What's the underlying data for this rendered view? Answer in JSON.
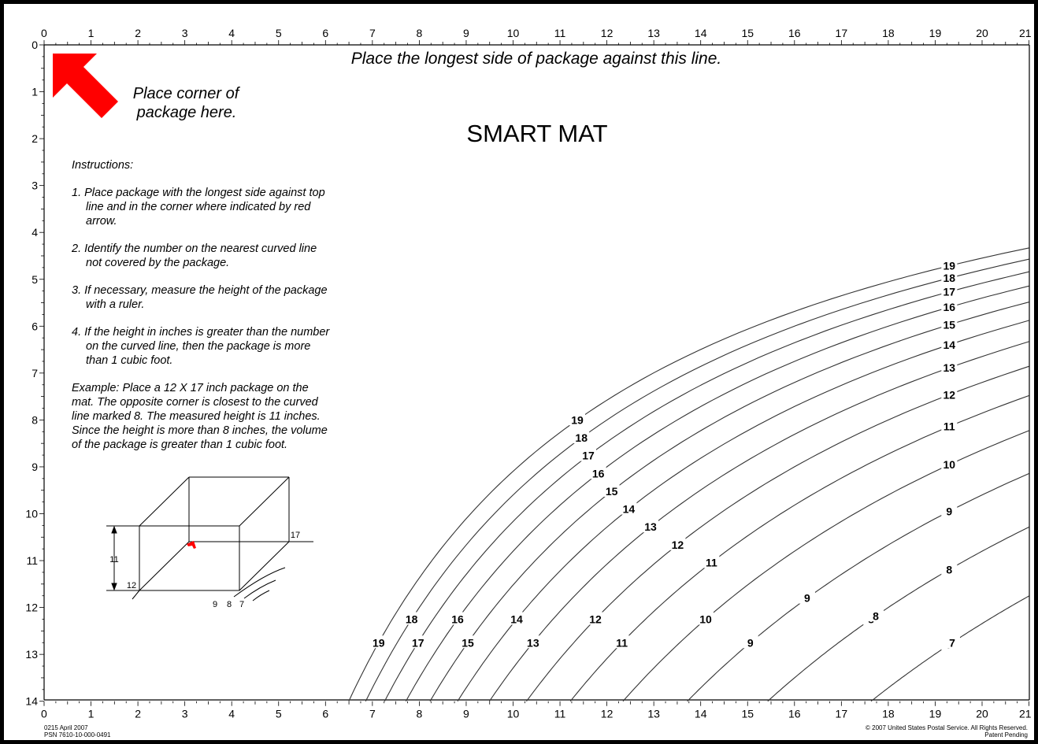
{
  "title": "SMART MAT",
  "top_instruction": "Place the longest side of package against this line.",
  "corner_text": [
    "Place corner of",
    "package here."
  ],
  "instructions_heading": "Instructions:",
  "instructions": [
    [
      "1. Place package with the longest side against top",
      "line and in the corner where indicated by red",
      "arrow."
    ],
    [
      "2. Identify the number on the nearest curved line",
      "not covered by the package."
    ],
    [
      "3. If necessary, measure the height of the package",
      "with a ruler."
    ],
    [
      "4. If the height in inches is greater than the number",
      "on the curved line, then the package is more",
      "than 1 cubic foot."
    ]
  ],
  "example": [
    "Example:  Place a 12 X 17 inch package on the",
    "mat.  The opposite corner is closest to the curved",
    "line marked 8.  The measured height is 11 inches.",
    "Since the height is more than 8 inches, the volume",
    "of the package is greater than 1 cubic foot."
  ],
  "ruler": {
    "x_ticks": [
      "0",
      "1",
      "2",
      "3",
      "4",
      "5",
      "6",
      "7",
      "8",
      "9",
      "10",
      "11",
      "12",
      "13",
      "14",
      "15",
      "16",
      "17",
      "18",
      "19",
      "20",
      "21"
    ],
    "y_ticks": [
      "0",
      "1",
      "2",
      "3",
      "4",
      "5",
      "6",
      "7",
      "8",
      "9",
      "10",
      "11",
      "12",
      "13",
      "14"
    ]
  },
  "box_diagram": {
    "height_label": "11",
    "width_label": "12",
    "length_label": "17",
    "curve_labels": [
      "9",
      "8",
      "7"
    ]
  },
  "curves": [
    {
      "label": "19",
      "edge_labels": [
        "19"
      ],
      "inner_labels": [
        "19",
        "19"
      ]
    },
    {
      "label": "18",
      "edge_labels": [
        "18"
      ],
      "inner_labels": [
        "18",
        "18"
      ]
    },
    {
      "label": "17",
      "edge_labels": [
        "17"
      ],
      "inner_labels": [
        "17",
        "17"
      ]
    },
    {
      "label": "16",
      "edge_labels": [
        "16"
      ],
      "inner_labels": [
        "16",
        "16"
      ]
    },
    {
      "label": "15",
      "edge_labels": [
        "15"
      ],
      "inner_labels": [
        "15",
        "15"
      ]
    },
    {
      "label": "14",
      "edge_labels": [
        "14"
      ],
      "inner_labels": [
        "14",
        "14"
      ]
    },
    {
      "label": "13",
      "edge_labels": [
        "13"
      ],
      "inner_labels": [
        "13",
        "13"
      ]
    },
    {
      "label": "12",
      "edge_labels": [
        "12"
      ],
      "inner_labels": [
        "12",
        "12"
      ]
    },
    {
      "label": "11",
      "edge_labels": [
        "11"
      ],
      "inner_labels": [
        "11",
        "11"
      ]
    },
    {
      "label": "10",
      "edge_labels": [
        "10"
      ],
      "inner_labels": [
        "10"
      ]
    },
    {
      "label": "9",
      "edge_labels": [
        "9"
      ],
      "inner_labels": [
        "9",
        "9"
      ]
    },
    {
      "label": "8",
      "edge_labels": [
        "8"
      ],
      "inner_labels": [
        "8",
        "8"
      ]
    },
    {
      "label": "7",
      "edge_labels": [
        "7"
      ],
      "inner_labels": [
        "7"
      ]
    }
  ],
  "footer_left": [
    "0215   April  2007",
    "PSN  7610-10-000-0491"
  ],
  "footer_right": [
    "© 2007 United States Postal Service. All Rights Reserved.",
    "Patent Pending"
  ],
  "colors": {
    "arrow": "#ff0000",
    "line": "#000000",
    "curve": "#333333"
  }
}
